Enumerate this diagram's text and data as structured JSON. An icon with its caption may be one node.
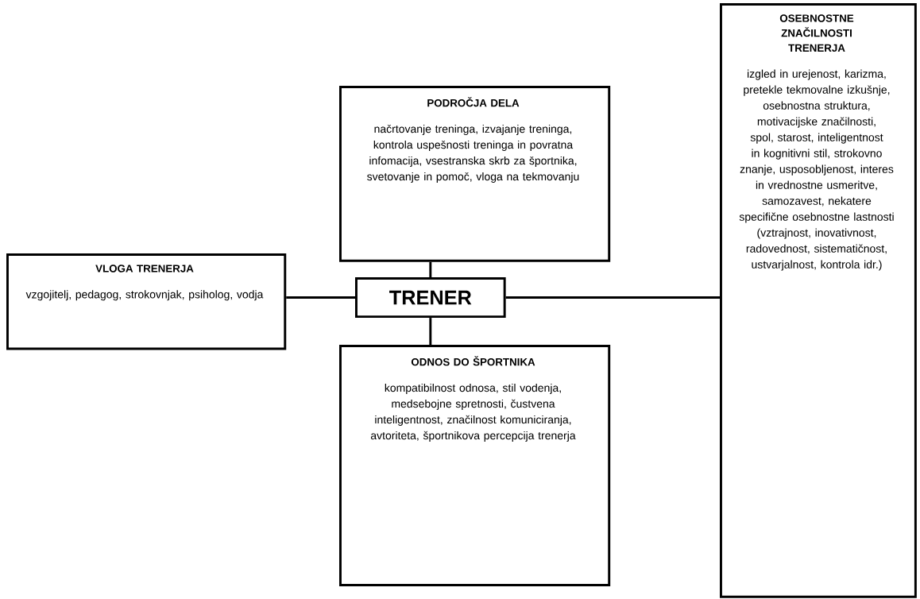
{
  "diagram": {
    "nodes": [
      {
        "text": [
          "PODROČJA DELA",
          "načrtovanje treninga, izvajanje treninga, kontrola uspešnosti treninga in povratna infomacija, vsestranska skrb za športnika, svetovanje in pomoč, vloga na tekmovanju"
        ]
      },
      {
        "text": [
          "OSEBNOSTNE ZNAČILNOSTI TRENERJA",
          "izgled in urejenost, karizma, pretekle tekmovalne izkušnje, osebnostna struktura, motivacijske značilnosti, spol, starost, inteligentnost in kognitivni stil, strokovno znanje, usposobljenost, interes in vrednostne usmeritve, samozavest, nekatere specifične osebnostne lastnosti (vztrajnost, inovativnost, radovednost, sistematičnost, ustvarjalnost, kontrola idr.)"
        ]
      },
      {
        "text": [
          "VLOGA TRENERJA",
          "vzgojitelj, pedagog, strokovnjak, psiholog, vodja"
        ]
      },
      {
        "text": [
          "TRENER"
        ]
      },
      {
        "text": [
          "ODNOS DO ŠPORTNIKA",
          "kompatibilnost odnosa, stil vodenja, medsebojne spretnosti, čustvena inteligentnost, značilnost komuniciranja, avtoriteta, športnikova percepcija trenerja"
        ]
      }
    ],
    "edges": [
      {
        "from": 3,
        "to": 0,
        "arrow": "none"
      },
      {
        "from": 3,
        "to": 1,
        "arrow": "none"
      },
      {
        "from": 3,
        "to": 2,
        "arrow": "none"
      },
      {
        "from": 3,
        "to": 4,
        "arrow": "none"
      }
    ]
  }
}
